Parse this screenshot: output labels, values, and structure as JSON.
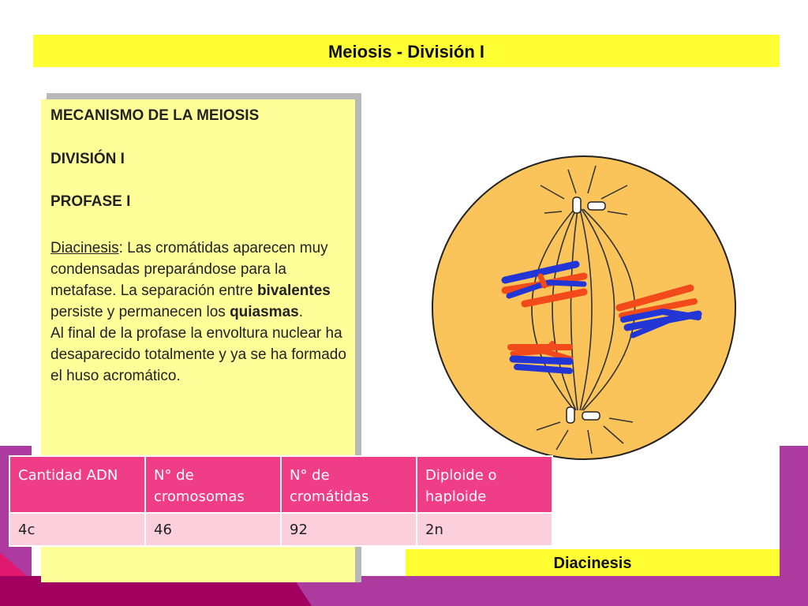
{
  "slide": {
    "title": "Meiosis - División I",
    "panel": {
      "heading_1": "MECANISMO DE LA MEIOSIS",
      "heading_2": "DIVISIÓN I",
      "heading_3": "PROFASE I",
      "term": "Diacinesis",
      "body_1": ": Las cromátidas aparecen muy condensadas preparándose para la metafase. La separación entre ",
      "bold_1": "bivalentes",
      "body_2": " persiste y permanecen los ",
      "bold_2": "quiasmas",
      "body_3": ".",
      "body_4": " Al final de la profase la envoltura nuclear ha desaparecido totalmente y ya se ha formado el huso acromático."
    },
    "caption": "Diacinesis",
    "table": {
      "headers": [
        "Cantidad ADN",
        "N° de cromosomas",
        "N° de cromátidas",
        "Diploide o haploide"
      ],
      "row": [
        "4c",
        "46",
        "92",
        "2n"
      ]
    },
    "colors": {
      "banner": "#ffff33",
      "panel": "#ffff99",
      "cell": "#fbc45a",
      "chromosome_red": "#f24a1b",
      "chromosome_blue": "#2236d6",
      "table_header": "#ef3d87",
      "table_row": "#fbcfdc",
      "band_magenta": "#a1005e",
      "band_purple": "#ad3a9f"
    },
    "icons": [
      "cell-diagram-icon",
      "centriole-icon",
      "chromosome-icon"
    ]
  }
}
